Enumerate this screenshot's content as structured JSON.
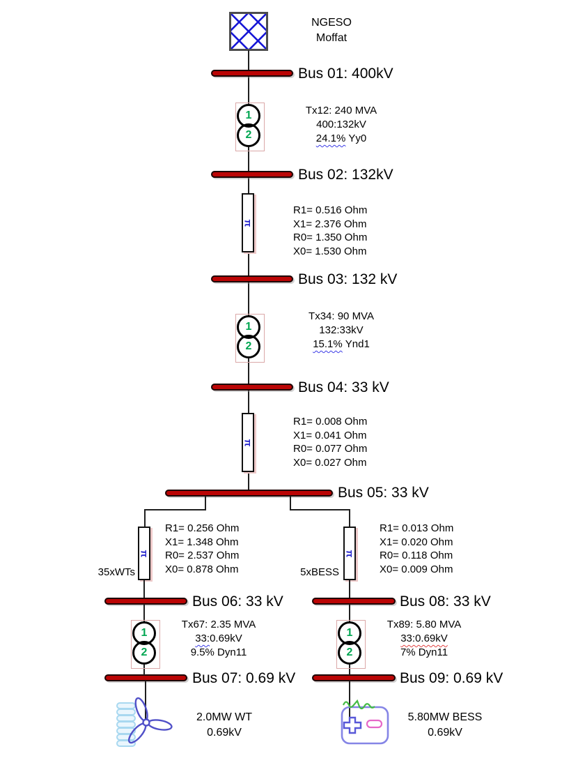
{
  "colors": {
    "bus_red": "#bb0505",
    "winding_green": "#00a651",
    "pi_blue": "#2222cc",
    "grid_blue": "#1616d6",
    "squiggle_blue": "#3a3ae6",
    "squiggle_red": "#e04040"
  },
  "source": {
    "line1": "NGESO",
    "line2": "Moffat"
  },
  "buses": {
    "b01": "Bus 01: 400kV",
    "b02": "Bus 02: 132kV",
    "b03": "Bus 03: 132 kV",
    "b04": "Bus 04: 33 kV",
    "b05": "Bus 05: 33 kV",
    "b06": "Bus 06: 33 kV",
    "b07": "Bus 07: 0.69 kV",
    "b08": "Bus 08: 33 kV",
    "b09": "Bus 09: 0.69 kV"
  },
  "windings": {
    "primary": "1",
    "secondary": "2"
  },
  "pi_symbol": "π",
  "transformers": {
    "tx12": {
      "title": "Tx12: 240 MVA",
      "ratio": "400:132kV",
      "imp_mark": "24.1%",
      "imp_rest": "Yy0"
    },
    "tx34": {
      "title": "Tx34: 90 MVA",
      "ratio": "132:33kV",
      "imp_mark": "15.1%",
      "imp_rest": "Ynd1"
    },
    "tx67": {
      "title": "Tx67: 2.35 MVA",
      "ratio_mark": "33:",
      "ratio_rest": "0.69kV",
      "imp": "9.5% Dyn11"
    },
    "tx89": {
      "title": "Tx89: 5.80 MVA",
      "ratio": "33:0.69kV",
      "imp": "7% Dyn11"
    }
  },
  "lines": {
    "l23": {
      "r1": "R1= 0.516 Ohm",
      "x1": "X1= 2.376 Ohm",
      "r0": "R0= 1.350 Ohm",
      "x0": "X0= 1.530 Ohm"
    },
    "l45": {
      "r1": "R1= 0.008 Ohm",
      "x1": "X1= 0.041 Ohm",
      "r0": "R0= 0.077 Ohm",
      "x0": "X0= 0.027 Ohm"
    },
    "l56": {
      "r1": "R1= 0.256 Ohm",
      "x1": "X1= 1.348 Ohm",
      "r0": "R0= 2.537 Ohm",
      "x0": "X0= 0.878 Ohm",
      "feeder": "35xWTs"
    },
    "l58": {
      "r1": "R1= 0.013 Ohm",
      "x1": "X1= 0.020 Ohm",
      "r0": "R0= 0.118 Ohm",
      "x0": "X0= 0.009 Ohm",
      "feeder": "5xBESS"
    }
  },
  "loads": {
    "wt": {
      "line1": "2.0MW WT",
      "line2": "0.69kV"
    },
    "bess": {
      "line1": "5.80MW BESS",
      "line2": "0.69kV"
    }
  }
}
